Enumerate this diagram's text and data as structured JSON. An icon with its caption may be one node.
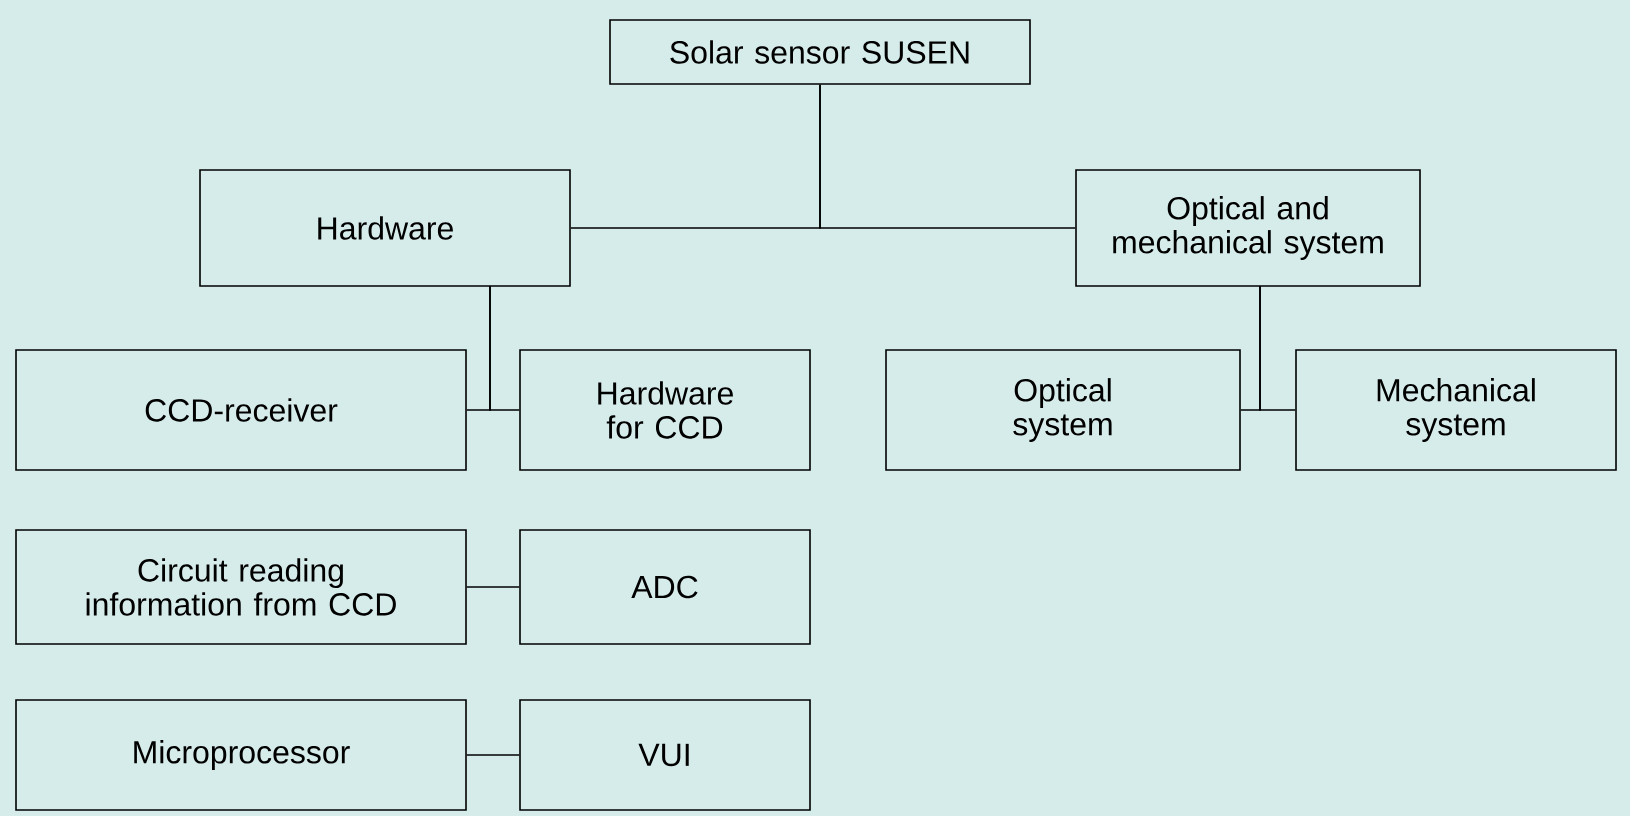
{
  "diagram": {
    "nodes": [
      {
        "text": [
          "Solar sensor SUSEN"
        ]
      },
      {
        "text": [
          "Hardware"
        ]
      },
      {
        "text": [
          "Optical and mechanical system"
        ]
      },
      {
        "text": [
          "CCD-receiver"
        ]
      },
      {
        "text": [
          "Hardware for CCD"
        ]
      },
      {
        "text": [
          "Optical system"
        ]
      },
      {
        "text": [
          "Mechanical system"
        ]
      },
      {
        "text": [
          "Circuit reading information from CCD"
        ]
      },
      {
        "text": [
          "ADC"
        ]
      },
      {
        "text": [
          "Microprocessor"
        ]
      },
      {
        "text": [
          "VUI"
        ]
      }
    ],
    "edges": [
      {
        "from": 0,
        "to": 1,
        "arrow": "none"
      },
      {
        "from": 0,
        "to": 2,
        "arrow": "none"
      },
      {
        "from": 1,
        "to": 3,
        "arrow": "none"
      },
      {
        "from": 1,
        "to": 4,
        "arrow": "none"
      },
      {
        "from": 2,
        "to": 5,
        "arrow": "none"
      },
      {
        "from": 2,
        "to": 6,
        "arrow": "none"
      },
      {
        "from": 7,
        "to": 8,
        "arrow": "none"
      },
      {
        "from": 9,
        "to": 10,
        "arrow": "none"
      }
    ]
  }
}
